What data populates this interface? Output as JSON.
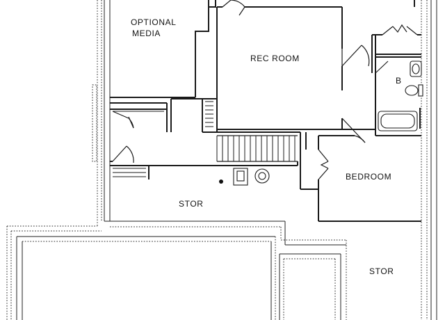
{
  "plan": {
    "rooms": {
      "optional_media_line1": "OPTIONAL",
      "optional_media_line2": "MEDIA",
      "rec_room": "REC ROOM",
      "bedroom": "BEDROOM",
      "stor_center": "STOR",
      "stor_right": "STOR",
      "bath_mark": "B"
    }
  }
}
